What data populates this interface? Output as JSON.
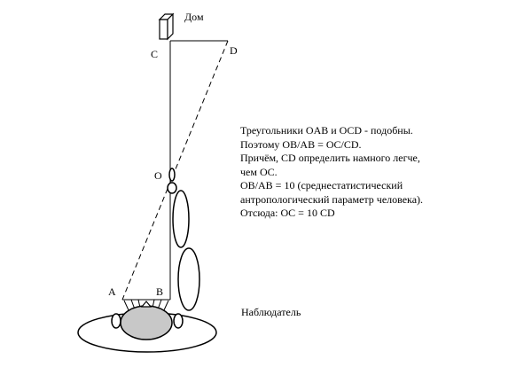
{
  "labels": {
    "house": "Дом",
    "observer": "Наблюдатель",
    "point_c": "C",
    "point_d": "D",
    "point_o": "O",
    "point_a": "A",
    "point_b": "B"
  },
  "explanation": [
    "Треугольники OAB и OCD - подобны.",
    "Поэтому OB/AB = OC/CD.",
    "Причём, CD определить намного легче,",
    "чем OC.",
    "OB/AB = 10 (среднестатистический",
    "антропологический параметр человека).",
    "Отсюда: OC = 10 CD"
  ]
}
